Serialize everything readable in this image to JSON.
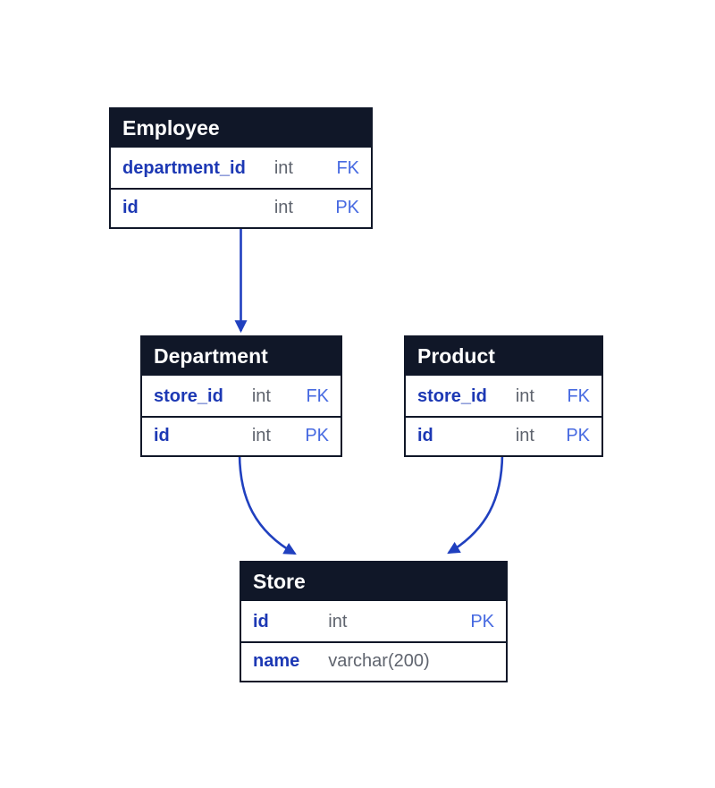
{
  "diagram": {
    "type": "entity-relationship-diagram",
    "tables": [
      {
        "id": "employee",
        "title": "Employee",
        "rows": [
          {
            "name": "department_id",
            "type": "int",
            "key": "FK"
          },
          {
            "name": "id",
            "type": "int",
            "key": "PK"
          }
        ]
      },
      {
        "id": "department",
        "title": "Department",
        "rows": [
          {
            "name": "store_id",
            "type": "int",
            "key": "FK"
          },
          {
            "name": "id",
            "type": "int",
            "key": "PK"
          }
        ]
      },
      {
        "id": "product",
        "title": "Product",
        "rows": [
          {
            "name": "store_id",
            "type": "int",
            "key": "FK"
          },
          {
            "name": "id",
            "type": "int",
            "key": "PK"
          }
        ]
      },
      {
        "id": "store",
        "title": "Store",
        "rows": [
          {
            "name": "id",
            "type": "int",
            "key": "PK"
          },
          {
            "name": "name",
            "type": "varchar(200)",
            "key": ""
          }
        ]
      }
    ],
    "relationships": [
      {
        "from": "Employee.department_id",
        "to": "Department",
        "style": "arrow"
      },
      {
        "from": "Department.store_id",
        "to": "Store",
        "style": "arrow"
      },
      {
        "from": "Product.store_id",
        "to": "Store",
        "style": "arrow"
      }
    ],
    "colors": {
      "canvas-bg": "#ffffff",
      "header-bg": "#101728",
      "header-text": "#ffffff",
      "border": "#101728",
      "field-name": "#1c38b4",
      "field-type": "#5f646e",
      "field-key": "#4669e1",
      "arrow": "#2040bf"
    }
  }
}
